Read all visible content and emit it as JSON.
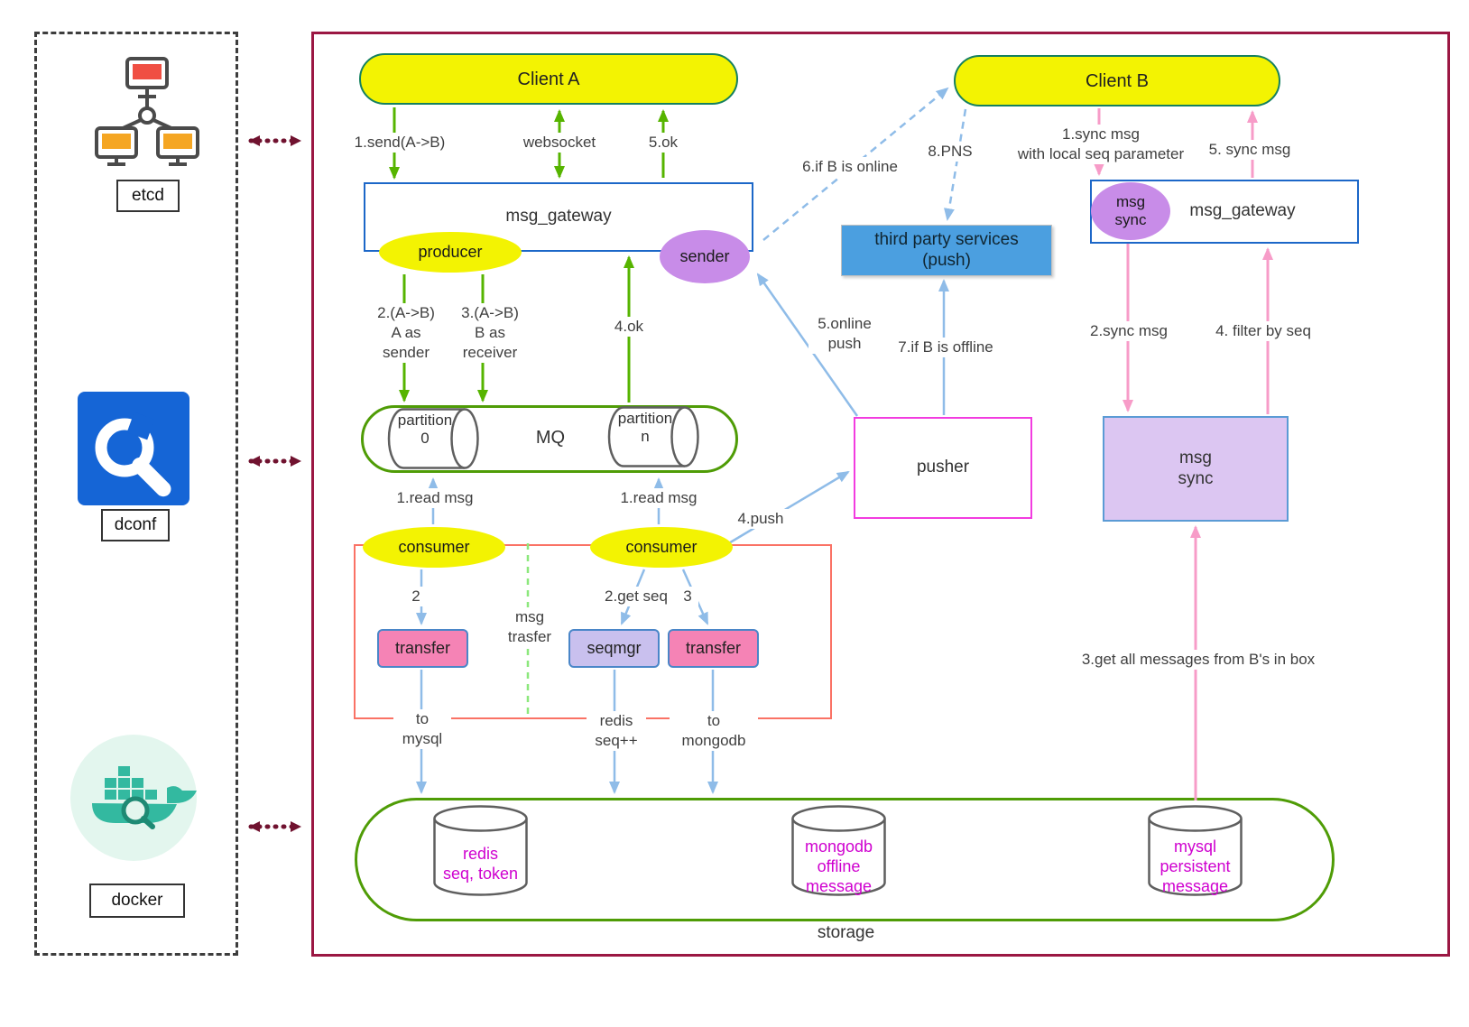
{
  "left_panel": {
    "etcd_label": "etcd",
    "dconf_label": "dconf",
    "docker_label": "docker",
    "icons": [
      "cluster-monitors-icon",
      "wrench-icon",
      "docker-whale-icon"
    ]
  },
  "nodes": {
    "client_a": "Client A",
    "client_b": "Client B",
    "gateway_left": "msg_gateway",
    "gateway_right": "msg_gateway",
    "producer": "producer",
    "sender": "sender",
    "third_party": "third party services\n(push)",
    "msg_sync_small": "msg\nsync",
    "mq": "MQ",
    "partition_0": "partition\n0",
    "partition_n": "partition\nn",
    "pusher": "pusher",
    "msg_sync_box": "msg\nsync",
    "consumer_left": "consumer",
    "consumer_right": "consumer",
    "transfer_left": "transfer",
    "seqmgr": "seqmgr",
    "transfer_right": "transfer",
    "storage": "storage",
    "redis_store": "redis\nseq, token",
    "mongodb_store": "mongodb\noffline\nmessage",
    "mysql_store": "mysql\npersistent\nmessage"
  },
  "edges": {
    "send_1": "1.send(A->B)",
    "websocket": "websocket",
    "ok_5": "5.ok",
    "producer_sender": "2.(A->B)\nA as\nsender",
    "producer_receiver": "3.(A->B)\nB as\nreceiver",
    "ok_4": "4.ok",
    "read_msg_left": "1.read msg",
    "read_msg_right": "1.read msg",
    "push_4": "4.push",
    "step_2": "2",
    "get_seq_2": "2.get seq",
    "step_3": "3",
    "msg_trasfer": "msg\ntrasfer",
    "to_mysql": "to\nmysql",
    "redis_seq": "redis\nseq++",
    "to_mongodb": "to\nmongodb",
    "online_6": "6.if B is online",
    "pns_8": "8.PNS",
    "online_push_5": "5.online\npush",
    "offline_7": "7.if B is offline",
    "sync_1": "1.sync msg\nwith local seq parameter",
    "sync_5": "5. sync msg",
    "sync_2": "2.sync msg",
    "filter_4": "4. filter by seq",
    "get_all_3": "3.get all messages from B's in box"
  },
  "colors": {
    "main_border": "#9b1743",
    "yellow": "#f3f302",
    "purple": "#c88ce8",
    "blue_box": "#4b9fe0",
    "green_arrow": "#56b400",
    "blue_arrow": "#8fbce8",
    "pink_arrow": "#f79cc8",
    "maroon_arrow": "#70122f",
    "magenta_text": "#cf00cf"
  }
}
